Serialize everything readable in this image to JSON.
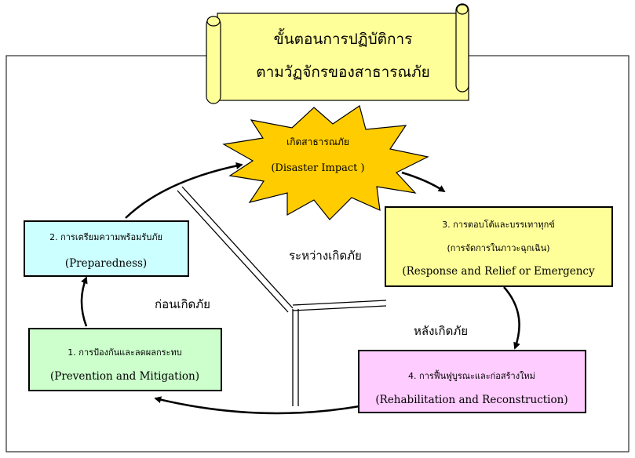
{
  "title": {
    "line1": "ขั้นตอนการปฏิบัติการ",
    "line2": "ตามวัฏจักรของสาธารณภัย"
  },
  "impact": {
    "thai": "เกิดสาธารณภัย",
    "english": "(Disaster Impact )"
  },
  "stages": [
    {
      "thai": "1. การป้องกันและลดผลกระทบ",
      "english": "(Prevention and Mitigation)",
      "color": "#CCFFCC"
    },
    {
      "thai": "2. การเตรียมความพร้อมรับภัย",
      "english": "(Preparedness)",
      "color": "#CCFFFF"
    },
    {
      "thai": "3. การตอบโต้และบรรเทาทุกข์",
      "thai2": "(การจัดการในภาวะฉุกเฉิน)",
      "english": "(Response and Relief or Emergency",
      "color": "#FFFF99"
    },
    {
      "thai": "4. การฟื้นฟูบูรณะและก่อสร้างใหม่",
      "english": "(Rehabilitation and Reconstruction)",
      "color": "#FFCCFF"
    }
  ],
  "phases": {
    "before": "ก่อนเกิดภัย",
    "during": "ระหว่างเกิดภัย",
    "after": "หลังเกิดภัย"
  },
  "colors": {
    "scroll": "#FFFF99",
    "burst": "#FFCC00"
  }
}
